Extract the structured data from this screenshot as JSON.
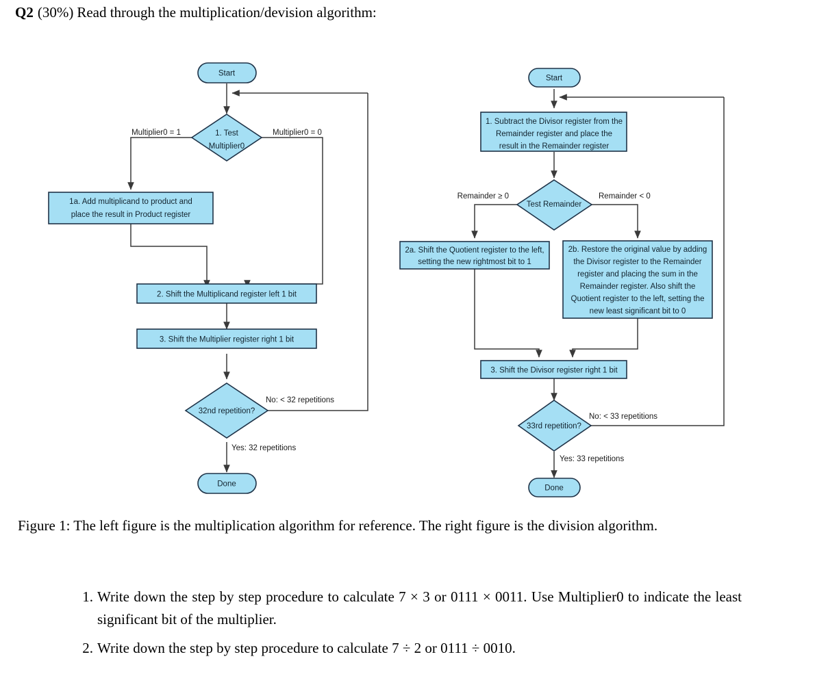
{
  "question": {
    "label": "Q2",
    "percent": "(30%)",
    "text": "Read through the multiplication/devision algorithm:"
  },
  "caption": "Figure 1: The left figure is the multiplication algorithm for reference. The right figure is the division algorithm.",
  "tasks": [
    {
      "num": "1.",
      "text": "Write down the step by step procedure to calculate 7 × 3 or 0111 × 0011.  Use Multiplier0 to indicate the least significant bit of the multiplier."
    },
    {
      "num": "2.",
      "text": "Write down the step by step procedure to calculate 7 ÷ 2 or 0111 ÷ 0010."
    }
  ],
  "colors": {
    "node_fill": "#a5dff4",
    "node_border": "#1f3348",
    "line": "#3a3a3a",
    "text": "#12232e"
  },
  "flowchart_left": {
    "title": "multiplication-algorithm",
    "nodes": {
      "start": "Start",
      "test": [
        "1.  Test",
        "Multiplier0"
      ],
      "step1a": [
        "1a.  Add multiplicand to product and",
        "place the result in Product register"
      ],
      "step2": "2.  Shift the Multiplicand register left 1 bit",
      "step3": "3.  Shift the Multiplier register right 1 bit",
      "repetition": "32nd repetition?",
      "done": "Done"
    },
    "edges": {
      "left_branch": "Multiplier0 = 1",
      "right_branch": "Multiplier0 = 0",
      "no_branch": "No: < 32 repetitions",
      "yes_branch": "Yes: 32 repetitions"
    }
  },
  "flowchart_right": {
    "title": "division-algorithm",
    "nodes": {
      "start": "Start",
      "step1": [
        "1.  Subtract the Divisor register from the",
        "Remainder register and place the",
        "result in the Remainder register"
      ],
      "test": "Test Remainder",
      "step2a": [
        "2a.  Shift the Quotient register to the left,",
        "setting the new rightmost bit to 1"
      ],
      "step2b": [
        "2b.  Restore the original value by adding",
        "the Divisor register to the Remainder",
        "register and placing the sum in the",
        "Remainder register. Also shift the",
        "Quotient register to the left, setting the",
        "new least significant bit to 0"
      ],
      "step3": "3.  Shift the Divisor register right 1 bit",
      "repetition": "33rd repetition?",
      "done": "Done"
    },
    "edges": {
      "left_branch": "Remainder ≥ 0",
      "right_branch": "Remainder < 0",
      "no_branch": "No: < 33 repetitions",
      "yes_branch": "Yes: 33 repetitions"
    }
  }
}
